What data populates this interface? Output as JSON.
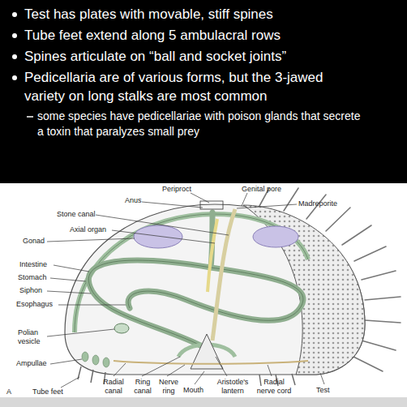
{
  "diagram": {
    "labels": [
      "Test has plates with movable, stiff spines",
      "Tube feet extend along 5 ambulacral rows",
      "Spines articulate on “ball and socket joints”",
      "Pedicellaria are of various forms, but the 3-jawed variety on long stalks are most common",
      "some species have pedicellariae with poison glands that secrete a toxin that paralyzes small prey",
      "Periproct",
      "Genital pore",
      "Anus",
      "Madreporite",
      "Stone canal",
      "Axial organ",
      "Gonad",
      "Intestine",
      "Stomach",
      "Siphon",
      "Esophagus",
      "Polian vesicle",
      "Ampullae",
      "A",
      "Tube feet",
      "Radial canal",
      "Ring canal",
      "Nerve ring",
      "Mouth",
      "Aristotle's lantern",
      "Radial nerve cord",
      "Test"
    ]
  }
}
